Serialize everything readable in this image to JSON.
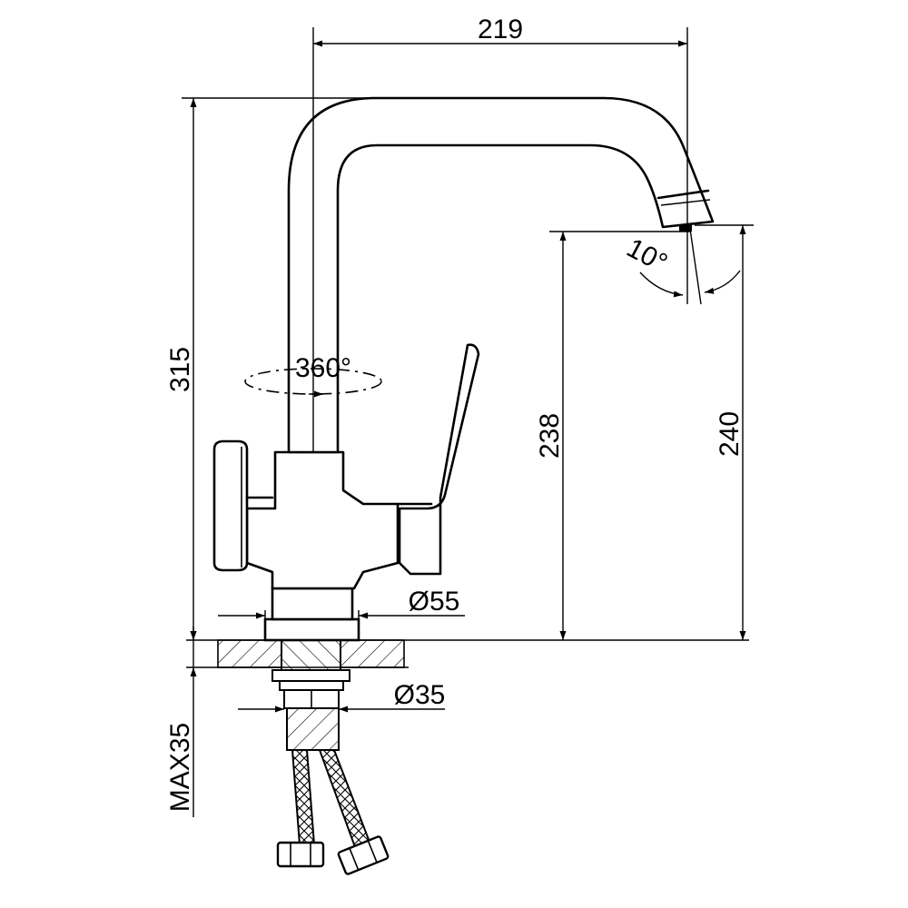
{
  "drawing": {
    "subject": "kitchen faucet dimension drawing",
    "ink_color": "#000000",
    "paper_color": "#ffffff"
  },
  "dimensions": {
    "spout_reach": "219",
    "total_height": "315",
    "spout_outlet_height": "238",
    "spout_tip_height": "240",
    "rotation_angle": "360°",
    "spout_tilt_angle": "10°",
    "base_diameter": "Ø55",
    "shank_diameter": "Ø35",
    "max_counter_thickness": "MAX35"
  }
}
